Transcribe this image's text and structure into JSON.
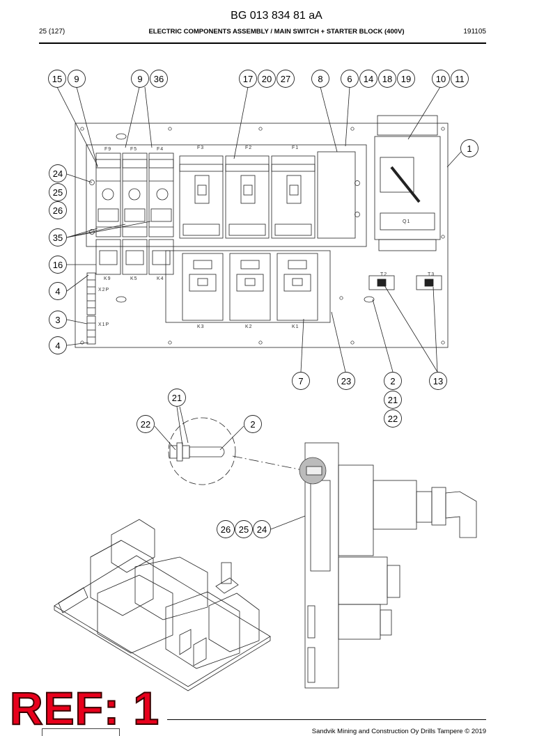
{
  "header": {
    "doc_number": "BG 013 834 81 aA",
    "page": "25 (127)",
    "title": "ELECTRIC COMPONENTS ASSEMBLY / MAIN SWITCH + STARTER BLOCK (400V)",
    "date": "191105"
  },
  "footer": {
    "copyright": "Sandvik Mining and Construction Oy Drills Tampere © 2019"
  },
  "ref_stamp": "REF: 1",
  "callouts": [
    "15",
    "9",
    "9",
    "36",
    "17",
    "20",
    "27",
    "8",
    "6",
    "14",
    "18",
    "19",
    "10",
    "11",
    "1",
    "24",
    "25",
    "26",
    "35",
    "16",
    "4",
    "3",
    "4",
    "7",
    "23",
    "2",
    "21",
    "22",
    "13",
    "21",
    "22",
    "2",
    "26",
    "25",
    "24"
  ],
  "component_labels": {
    "f9": "F9",
    "f5": "F5",
    "f4": "F4",
    "f3": "F3",
    "f2": "F2",
    "f1": "F1",
    "q1": "Q1",
    "t2": "T2",
    "t3": "T3",
    "k9": "K9",
    "k5": "K5",
    "k4": "K4",
    "k3": "K3",
    "k2": "K2",
    "k1": "K1",
    "x2p": "X2P",
    "x1p": "X1P"
  }
}
